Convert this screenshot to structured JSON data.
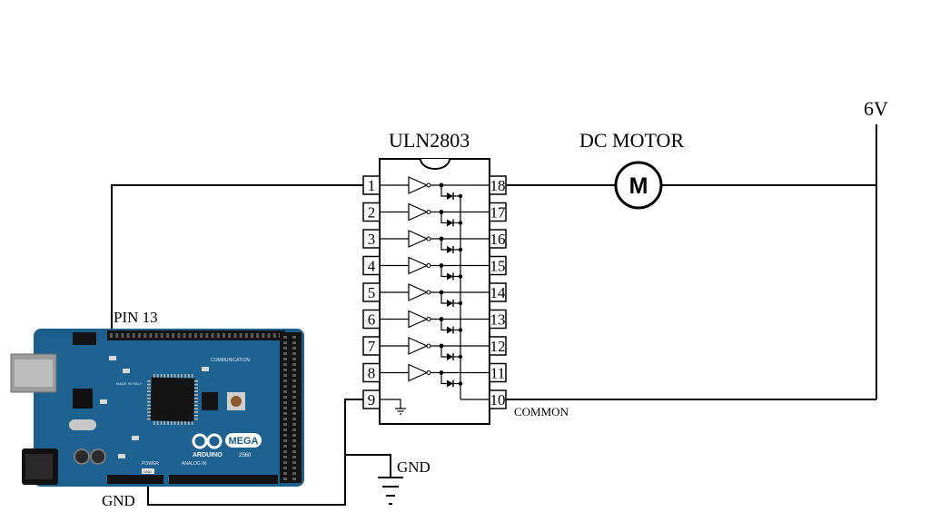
{
  "chip": {
    "name": "ULN2803",
    "left_pins": [
      "1",
      "2",
      "3",
      "4",
      "5",
      "6",
      "7",
      "8",
      "9"
    ],
    "right_pins": [
      "18",
      "17",
      "16",
      "15",
      "14",
      "13",
      "12",
      "11",
      "10"
    ]
  },
  "motor": {
    "label": "DC MOTOR",
    "symbol": "M"
  },
  "supply": {
    "label": "6V"
  },
  "labels": {
    "pin13": "PIN 13",
    "gnd_board": "GND",
    "gnd_chip": "GND",
    "common": "COMMON"
  },
  "board": {
    "brand": "ARDUINO",
    "model": "MEGA",
    "model_number": "2560",
    "logo": "arduino-infinity-logo",
    "silk": {
      "communication": "COMMUNICATION",
      "made_in": "MADE IN ITALY",
      "power": "POWER",
      "analog_in": "ANALOG IN",
      "gnd": "GND"
    }
  },
  "colors": {
    "wire": "#000000",
    "board": "#1c5e8c",
    "board_dark": "#0f3f64",
    "header": "#141414",
    "usb": "#9c9c9c"
  }
}
